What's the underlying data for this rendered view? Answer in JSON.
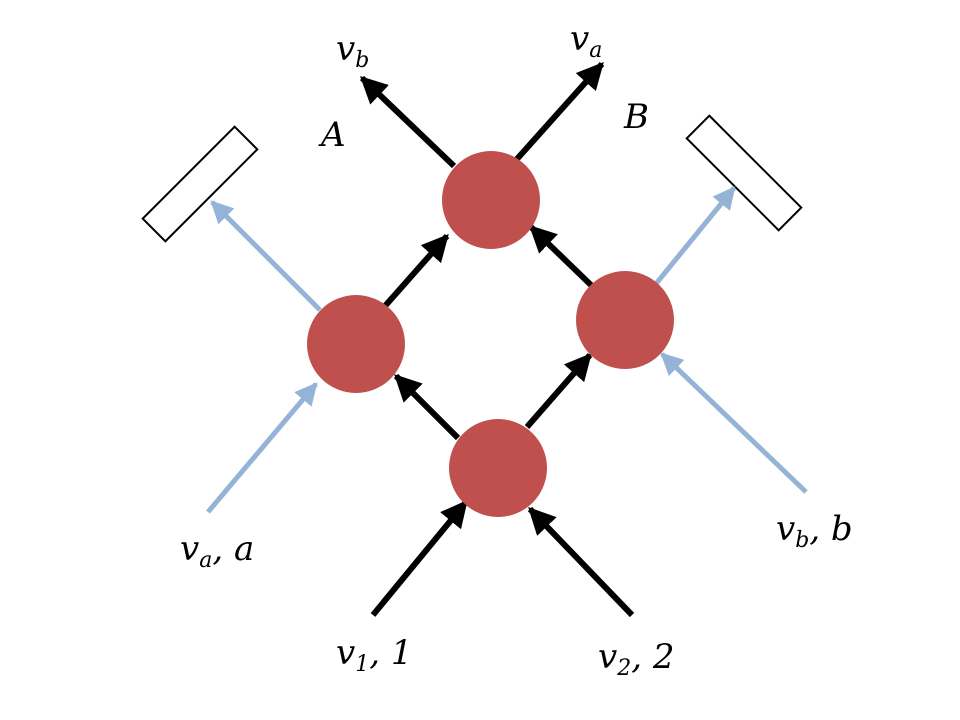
{
  "colors": {
    "node_fill": "#C0504D",
    "black_arrow": "#000000",
    "blue_arrow": "#95B3D7",
    "detector_stroke": "#000000"
  },
  "labels": {
    "out_b": {
      "main": "v",
      "sub": "b"
    },
    "out_a": {
      "main": "v",
      "sub": "a"
    },
    "region_A": "A",
    "region_B": "B",
    "in_a": {
      "main": "v",
      "sub": "a",
      "tail": ", a"
    },
    "in_b": {
      "main": "v",
      "sub": "b",
      "tail": ", b"
    },
    "in_1": {
      "main": "v",
      "sub": "1",
      "tail": ", 1"
    },
    "in_2": {
      "main": "v",
      "sub": "2",
      "tail": ", 2"
    }
  }
}
